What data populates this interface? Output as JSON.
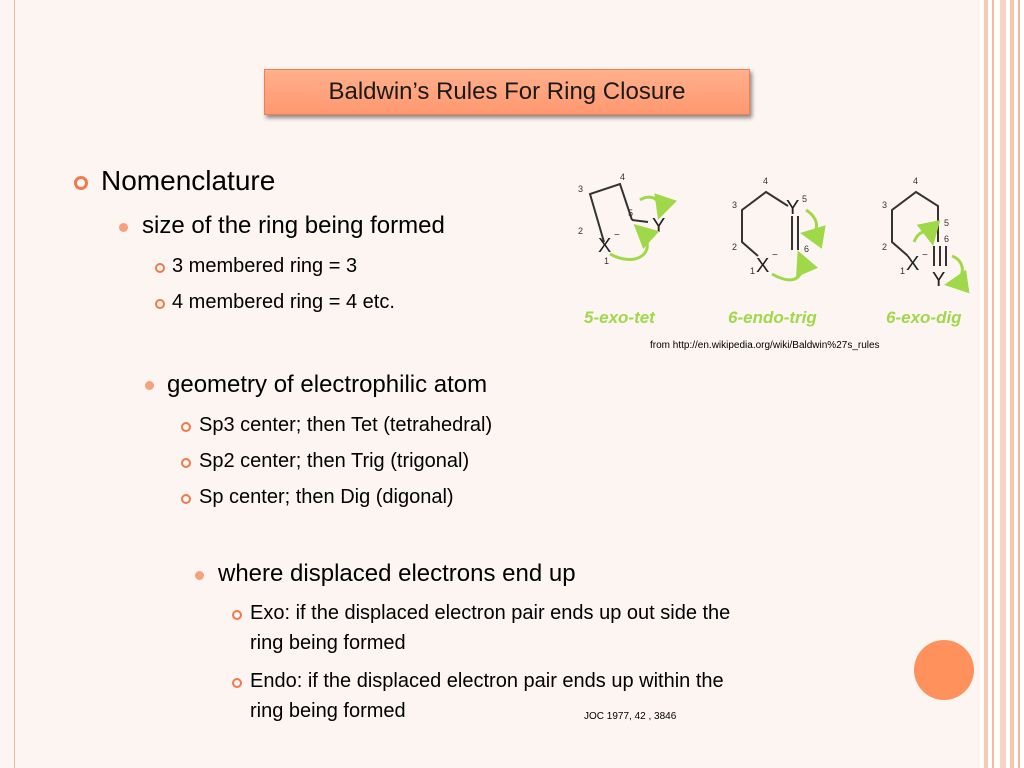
{
  "slide": {
    "title": "Baldwin’s Rules For Ring Closure",
    "level1": "Nomenclature",
    "sections": [
      {
        "heading": "size of the ring being formed",
        "items": [
          "3 membered ring = 3",
          "4 membered ring = 4 etc."
        ]
      },
      {
        "heading": "geometry of electrophilic atom",
        "items": [
          "Sp3 center; then Tet (tetrahedral)",
          "Sp2 center; then Trig (trigonal)",
          "Sp center; then Dig (digonal)"
        ]
      },
      {
        "heading": "where displaced electrons end up",
        "items": [
          {
            "line1": "Exo: if the displaced electron pair ends up out side the",
            "line2": "ring being formed"
          },
          {
            "line1": "Endo: if the displaced electron pair ends up within the",
            "line2": "ring being formed"
          }
        ]
      }
    ],
    "citation_wiki": "from http://en.wikipedia.org/wiki/Baldwin%27s_rules",
    "citation_joc": "JOC 1977, 42 , 3846"
  },
  "diagrams": [
    {
      "label": "5-exo-tet",
      "atoms": [
        "X",
        "Y"
      ],
      "numbers": [
        "1",
        "2",
        "3",
        "4",
        "5"
      ]
    },
    {
      "label": "6-endo-trig",
      "atoms": [
        "X",
        "Y"
      ],
      "numbers": [
        "1",
        "2",
        "3",
        "4",
        "5",
        "6"
      ]
    },
    {
      "label": "6-exo-dig",
      "atoms": [
        "X",
        "Y"
      ],
      "numbers": [
        "1",
        "2",
        "3",
        "4",
        "5",
        "6"
      ]
    }
  ],
  "charges": "−",
  "colors": {
    "accent": "#f07a4a",
    "title_fill": "#ff9e78",
    "arrow": "#9fd94a",
    "circle": "#ff915c"
  }
}
